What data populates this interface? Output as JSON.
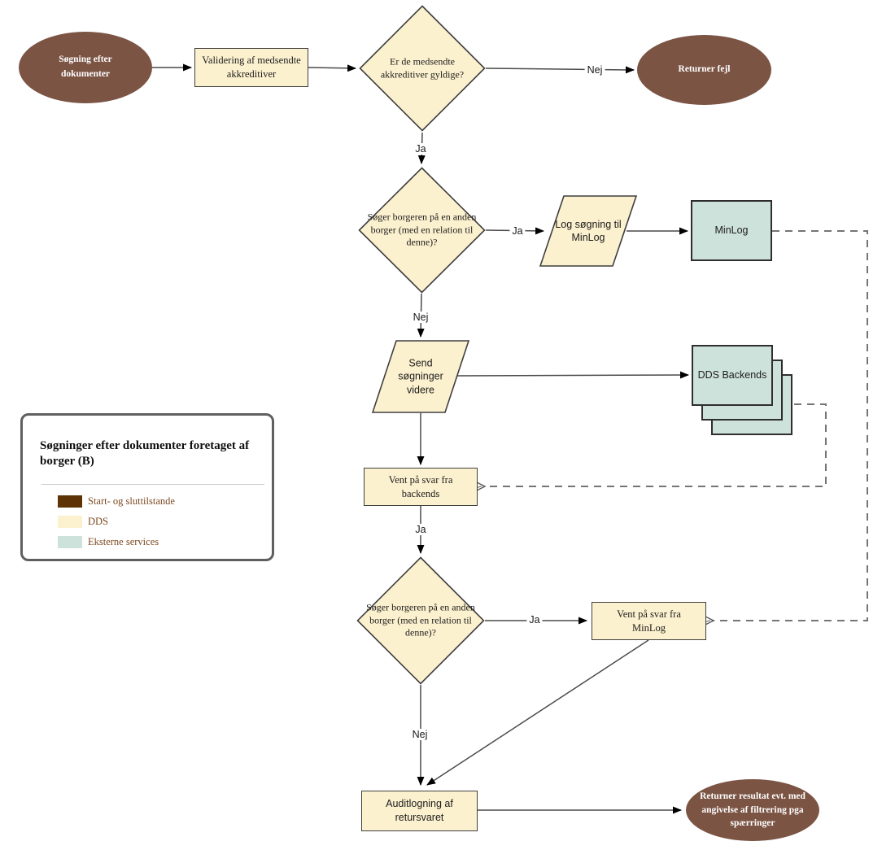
{
  "colors": {
    "start_end_fill": "#7b5444",
    "dds_fill": "#fcf1cf",
    "external_fill": "#cee2dc",
    "node_border": "#3f3f3f",
    "legend_start_end_swatch": "#5d3306",
    "legend_text": "#7c4a21"
  },
  "nodes": {
    "start": {
      "label": "Søgning efter dokumenter",
      "type": "start"
    },
    "validate": {
      "label": "Validering af medsendte akkreditiver",
      "type": "process"
    },
    "decision_credentials": {
      "label": "Er de medsendte akkreditiver gyldige?",
      "type": "decision"
    },
    "return_error": {
      "label": "Returner fejl",
      "type": "end"
    },
    "decision_relation_1": {
      "label": "Søger borgeren på en anden borger (med en relation til denne)?",
      "type": "decision"
    },
    "log_search": {
      "label": "Log søgning til MinLog",
      "type": "data"
    },
    "minlog": {
      "label": "MinLog",
      "type": "external"
    },
    "send_searches": {
      "label": "Send søgninger videre",
      "type": "data"
    },
    "dds_backends": {
      "label": "DDS Backends",
      "type": "external"
    },
    "wait_backends": {
      "label": "Vent på svar fra backends",
      "type": "process"
    },
    "decision_relation_2": {
      "label": "Søger borgeren på en anden borger (med en relation til denne)?",
      "type": "decision"
    },
    "wait_minlog": {
      "label": "Vent på svar fra MinLog",
      "type": "process"
    },
    "audit_log": {
      "label": "Auditlogning af retursvaret",
      "type": "process"
    },
    "return_result": {
      "label": "Returner resultat evt. med angivelse af filtrering pga spærringer",
      "type": "end"
    }
  },
  "edge_labels": {
    "d1_ja": "Ja",
    "d1_nej": "Nej",
    "d2_ja": "Ja",
    "d2_nej": "Nej",
    "wb_ja": "Ja",
    "d3_ja": "Ja",
    "d3_nej": "Nej"
  },
  "legend": {
    "title": "Søgninger efter dokumenter foretaget af borger (B)",
    "items": [
      {
        "label": "Start- og sluttilstande",
        "color": "#5d3306"
      },
      {
        "label": "DDS",
        "color": "#fcf1cf"
      },
      {
        "label": "Eksterne services",
        "color": "#cee2dc"
      }
    ]
  }
}
